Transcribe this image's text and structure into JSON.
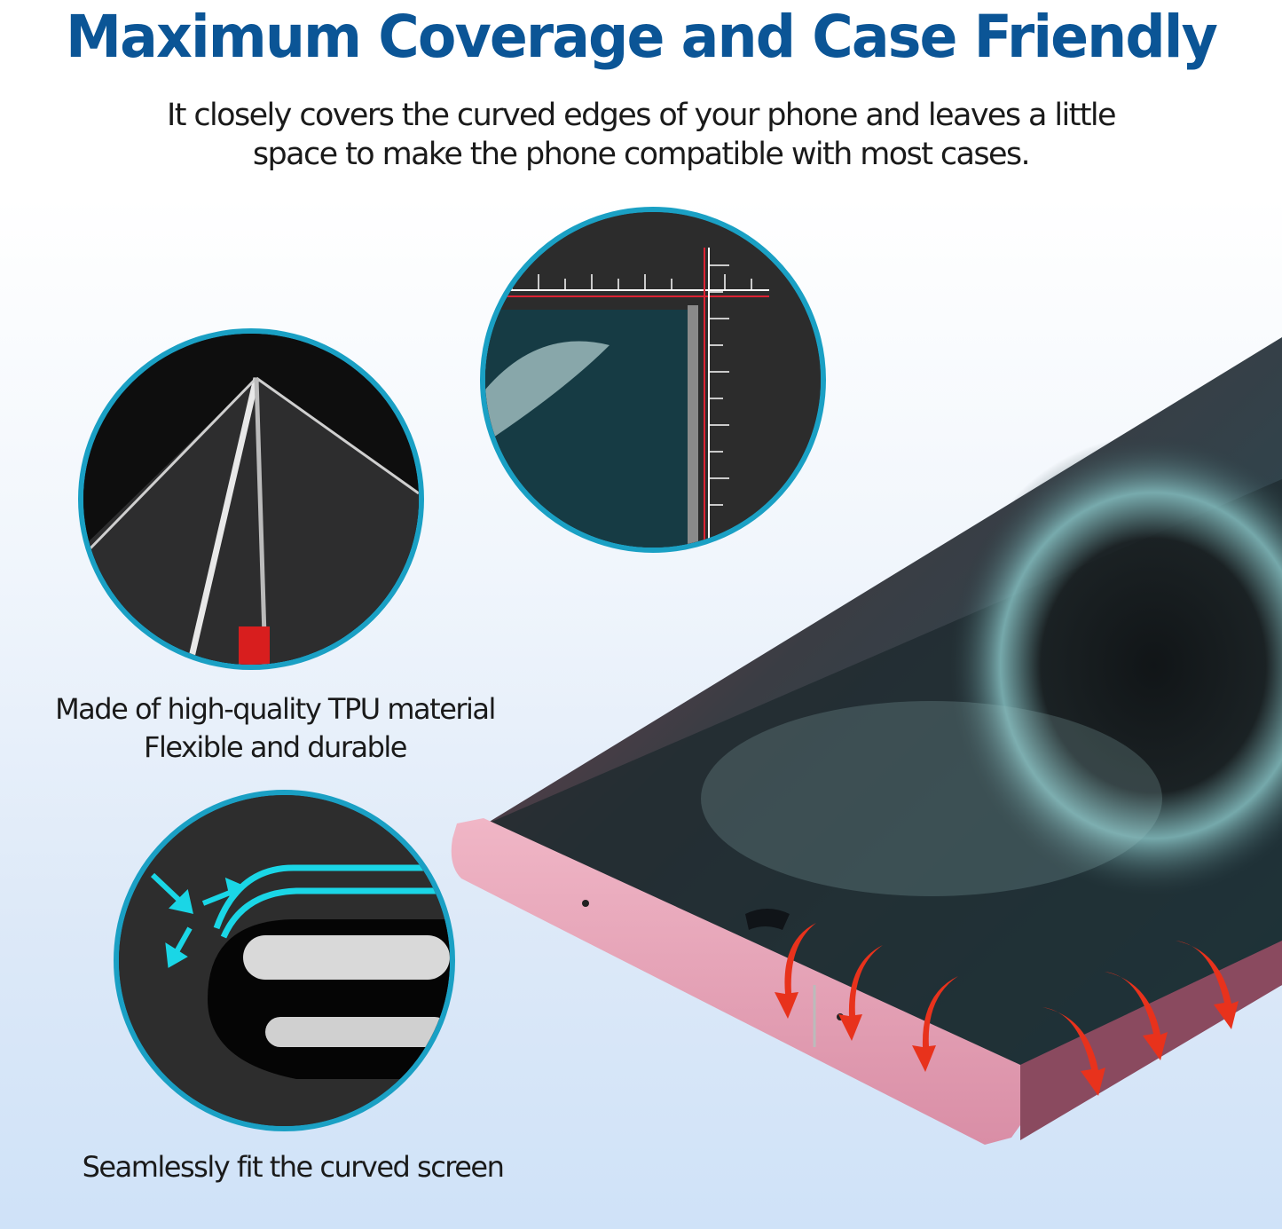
{
  "header": {
    "title": "Maximum Coverage and Case Friendly",
    "subtitle_line1": "It closely covers the curved edges of your phone and leaves a little",
    "subtitle_line2": "space to make the phone compatible with most cases."
  },
  "callouts": [
    {
      "id": "tpu",
      "line1": "Made of high-quality TPU material",
      "line2": "Flexible and durable",
      "icon": "stretched-film-icon"
    },
    {
      "id": "edge",
      "line1": "Seamlessly fit the curved screen",
      "icon": "curved-edge-diagram-icon"
    },
    {
      "id": "ruler",
      "icon": "ruler-measurement-icon"
    }
  ],
  "colors": {
    "title": "#0b5596",
    "circle_border": "#1aa0c4",
    "accent_cyan": "#1ad6e6",
    "arrow_red": "#e8321c",
    "phone_frame": "#e8a3b8"
  },
  "phone": {
    "arrow_count": 6,
    "icon": "curved-screen-phone-icon"
  }
}
